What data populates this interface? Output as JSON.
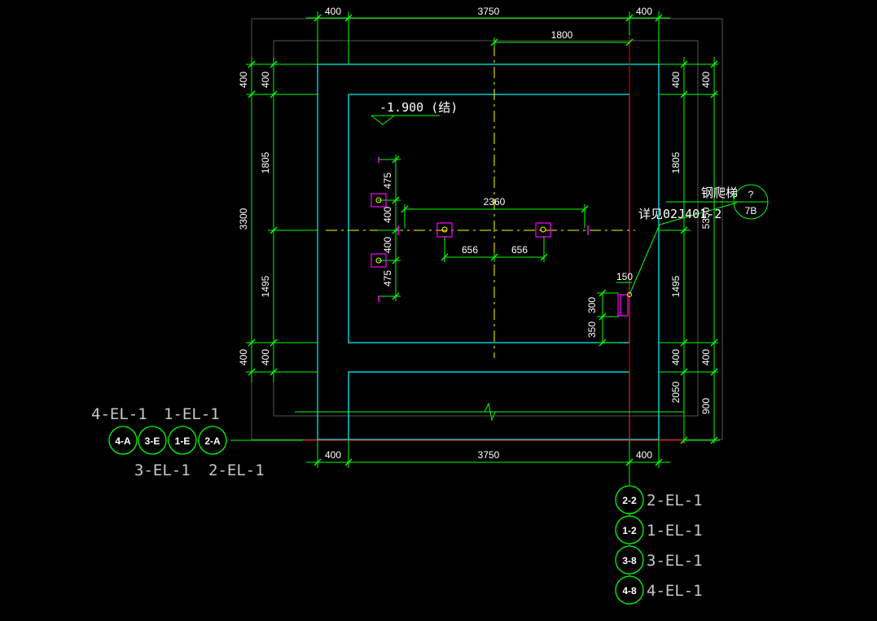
{
  "colors": {
    "background": "#000000",
    "dim_line": "#00ff00",
    "wall_outline": "#00ffff",
    "axis_line": "#ffff00",
    "grid_line": "#ff0000",
    "outer_line": "#ffffff",
    "column": "#ff00ff"
  },
  "dimensions": {
    "top": [
      "400",
      "3750",
      "400"
    ],
    "top_sub": "1800",
    "bottom": [
      "400",
      "3750",
      "400"
    ],
    "left_outer": [
      "400",
      "3300",
      "400"
    ],
    "left_inner": [
      "400",
      "1805",
      "1495",
      "400"
    ],
    "right_inner": [
      "400",
      "1805",
      "1495",
      "400",
      "2050"
    ],
    "right_outer": [
      "400",
      "5350",
      "400",
      "900"
    ],
    "column_vertical": [
      "475",
      "400",
      "400",
      "475"
    ],
    "span_horizontal": "2360",
    "offsets": [
      "656",
      "656"
    ],
    "ladder_width": "150",
    "ladder_heights": [
      "300",
      "350"
    ]
  },
  "elevation_mark": "-1.900 (结)",
  "detail_note": "详见02J401-2",
  "ladder_label": "钢爬梯",
  "detail_index": {
    "number": "?",
    "sheet": "7B"
  },
  "left_bubbles": [
    "4-A",
    "3-E",
    "1-E",
    "2-A"
  ],
  "left_tags_top": [
    "4-EL-1",
    "1-EL-1"
  ],
  "left_tags_bottom": [
    "3-EL-1",
    "2-EL-1"
  ],
  "bottom_bubbles": [
    {
      "id": "2-2",
      "tag": "2-EL-1"
    },
    {
      "id": "1-2",
      "tag": "1-EL-1"
    },
    {
      "id": "3-8",
      "tag": "3-EL-1"
    },
    {
      "id": "4-8",
      "tag": "4-EL-1"
    }
  ]
}
